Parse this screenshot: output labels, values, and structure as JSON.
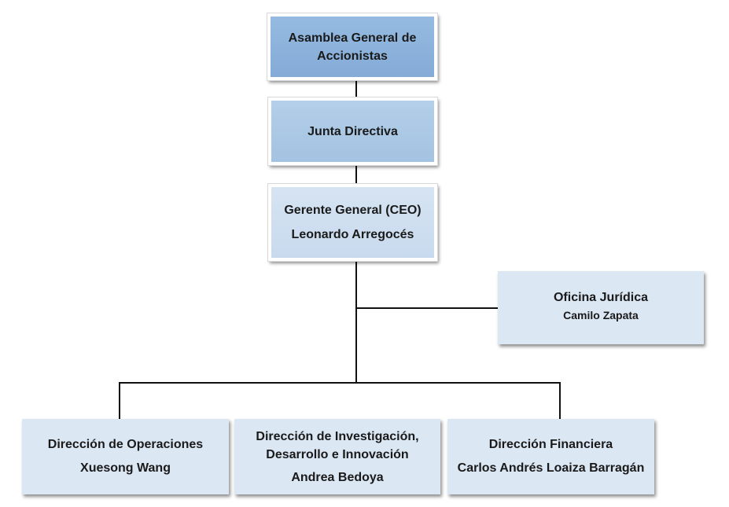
{
  "nodes": {
    "asamblea": {
      "title": "Asamblea General de Accionistas",
      "color": "#8db3dc"
    },
    "junta": {
      "title": "Junta Directiva",
      "color": "#abc8e4"
    },
    "gerente": {
      "title": "Gerente General (CEO)",
      "person": "Leonardo Arregocés",
      "color": "#d0dff0"
    },
    "juridica": {
      "title": "Oficina Jurídica",
      "person": "Camilo Zapata",
      "color": "#dce7f4"
    },
    "operaciones": {
      "title": "Dirección de Operaciones",
      "person": "Xuesong Wang"
    },
    "idi": {
      "title": "Dirección de Investigación, Desarrollo e Innovación",
      "person": "Andrea Bedoya"
    },
    "financiera": {
      "title": "Dirección Financiera",
      "person": "Carlos Andrés Loaiza Barragán"
    }
  }
}
